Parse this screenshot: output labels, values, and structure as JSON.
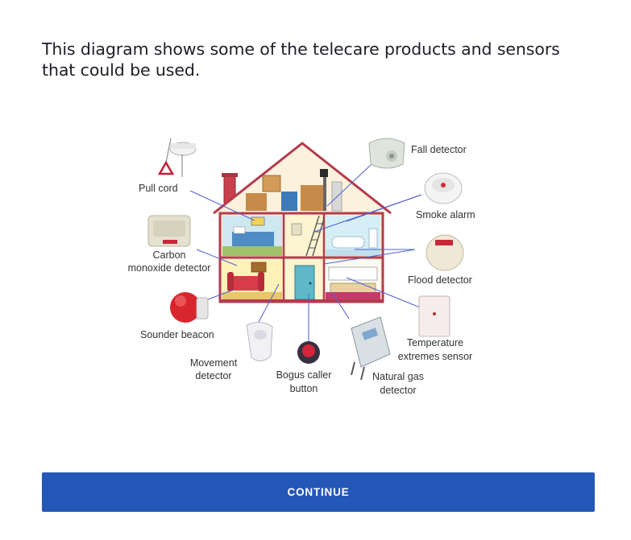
{
  "intro": {
    "text_line1": "This diagram shows some of the telecare products and sensors",
    "text_line2": "that could be used."
  },
  "diagram": {
    "labels": {
      "pull_cord": "Pull cord",
      "co_detector_1": "Carbon",
      "co_detector_2": "monoxide detector",
      "sounder_beacon": "Sounder beacon",
      "movement_detector_1": "Movement",
      "movement_detector_2": "detector",
      "bogus_caller_1": "Bogus caller",
      "bogus_caller_2": "button",
      "natural_gas_1": "Natural gas",
      "natural_gas_2": "detector",
      "fall_detector": "Fall detector",
      "smoke_alarm": "Smoke alarm",
      "flood_detector": "Flood detector",
      "temperature_1": "Temperature",
      "temperature_2": "extremes sensor"
    }
  },
  "footer": {
    "continue_label": "CONTINUE"
  },
  "colors": {
    "button": "#2357b8",
    "house_outline": "#b53a4e",
    "leader_lines": "#4d5fd6"
  }
}
